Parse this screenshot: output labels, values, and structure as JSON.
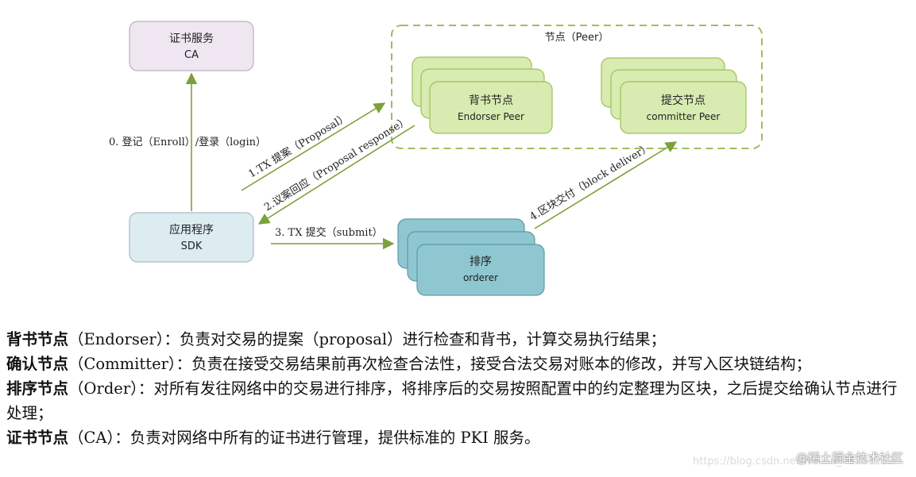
{
  "diagram": {
    "ca": {
      "line1": "证书服务",
      "line2": "CA"
    },
    "peer_group": {
      "title": "节点（Peer）"
    },
    "endorser": {
      "line1": "背书节点",
      "line2": "Endorser Peer"
    },
    "committer": {
      "line1": "提交节点",
      "line2": "committer Peer"
    },
    "sdk": {
      "line1": "应用程序",
      "line2": "SDK"
    },
    "orderer": {
      "line1": "排序",
      "line2": "orderer"
    },
    "arrows": {
      "enroll": "0. 登记（Enroll）/登录（login）",
      "proposal": "1.TX 提案（Proposal）",
      "proposal_response": "2.议案回应（Proposal response）",
      "submit": "3. TX 提交（submit）",
      "deliver": "4.区块交付（block deliver）"
    },
    "colors": {
      "ca_fill": "#efe6f1",
      "peer_fill": "#d8ebb0",
      "peer_border": "#9cc05a",
      "sdk_fill": "#dcecf1",
      "orderer_fill": "#8fc7d1",
      "arrow": "#7aa13a"
    }
  },
  "legend": [
    {
      "term": "背书节点",
      "text": "（Endorser）：负责对交易的提案（proposal）进行检查和背书，计算交易执行结果；"
    },
    {
      "term": "确认节点",
      "text": "（Committer）：负责在接受交易结果前再次检查合法性，接受合法交易对账本的修改，并写入区块链结构；"
    },
    {
      "term": "排序节点",
      "text": "（Order）：对所有发往网络中的交易进行排序，将排序后的交易按照配置中的约定整理为区块，之后提交给确认节点进行处理；"
    },
    {
      "term": "证书节点",
      "text": "（CA）：负责对网络中所有的证书进行管理，提供标准的 PKI 服务。"
    }
  ],
  "watermark": {
    "text": "@稀土掘金技术社区",
    "url": "https://blog.csdn.net/weixin_43731253"
  }
}
